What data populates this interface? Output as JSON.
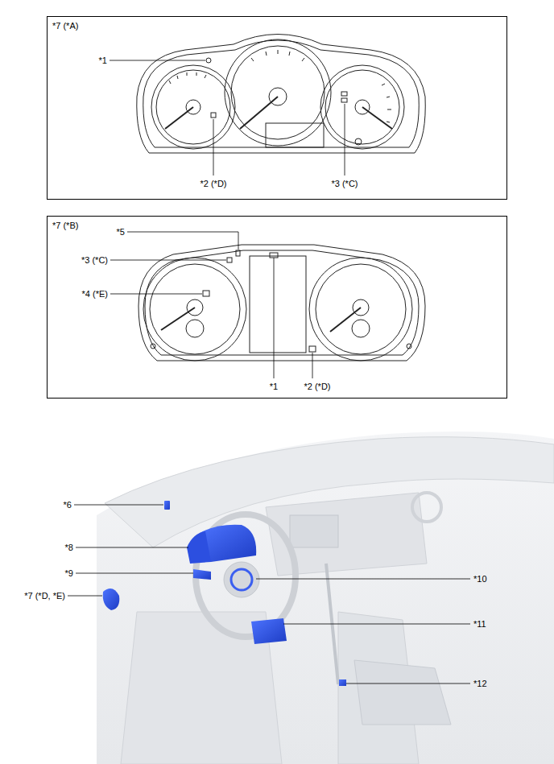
{
  "diagram": {
    "nodes": [
      {
        "text": [
          "*7 (*A)"
        ]
      },
      {
        "text": [
          "*7 (*B)"
        ]
      }
    ],
    "labels": [
      "*1",
      "*2 (*D)",
      "*3 (*C)",
      "*5",
      "*3 (*C)",
      "*4 (*E)",
      "*1",
      "*2 (*D)",
      "*6",
      "*8",
      "*9",
      "*7 (*D, *E)",
      "*10",
      "*11",
      "*12"
    ]
  }
}
